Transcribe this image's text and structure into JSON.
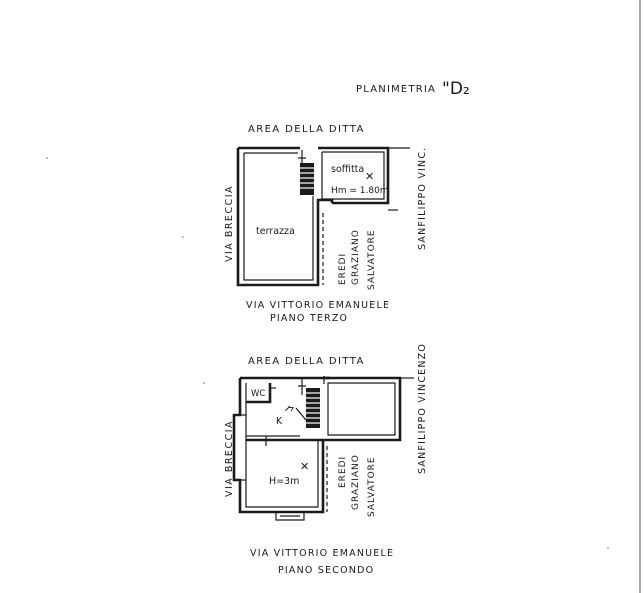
{
  "header": {
    "title_label": "PLANIMETRIA",
    "title_mark": "\"D₂"
  },
  "third_floor": {
    "top_label": "AREA DELLA DITTA",
    "left_label": "VIA BRECCIA",
    "right_label": "SANFILIPPO VINC.",
    "neighbor_line1": "EREDI",
    "neighbor_line2": "GRAZIANO",
    "neighbor_line3": "SALVATORE",
    "room_terrace": "terrazza",
    "room_attic": "soffitta",
    "attic_height": "Hm = 1.80m",
    "street_label": "VIA VITTORIO EMANUELE",
    "floor_label": "PIANO TERZO"
  },
  "second_floor": {
    "top_label": "AREA DELLA DITTA",
    "left_label": "VIA BRECCIA",
    "right_label": "SANFILIPPO VINCENZO",
    "neighbor_line1": "EREDI",
    "neighbor_line2": "GRAZIANO",
    "neighbor_line3": "SALVATORE",
    "room_wc": "WC",
    "room_kitchen": "K",
    "room_height": "H=3m",
    "street_label": "VIA VITTORIO EMANUELE",
    "floor_label": "PIANO SECONDO"
  }
}
